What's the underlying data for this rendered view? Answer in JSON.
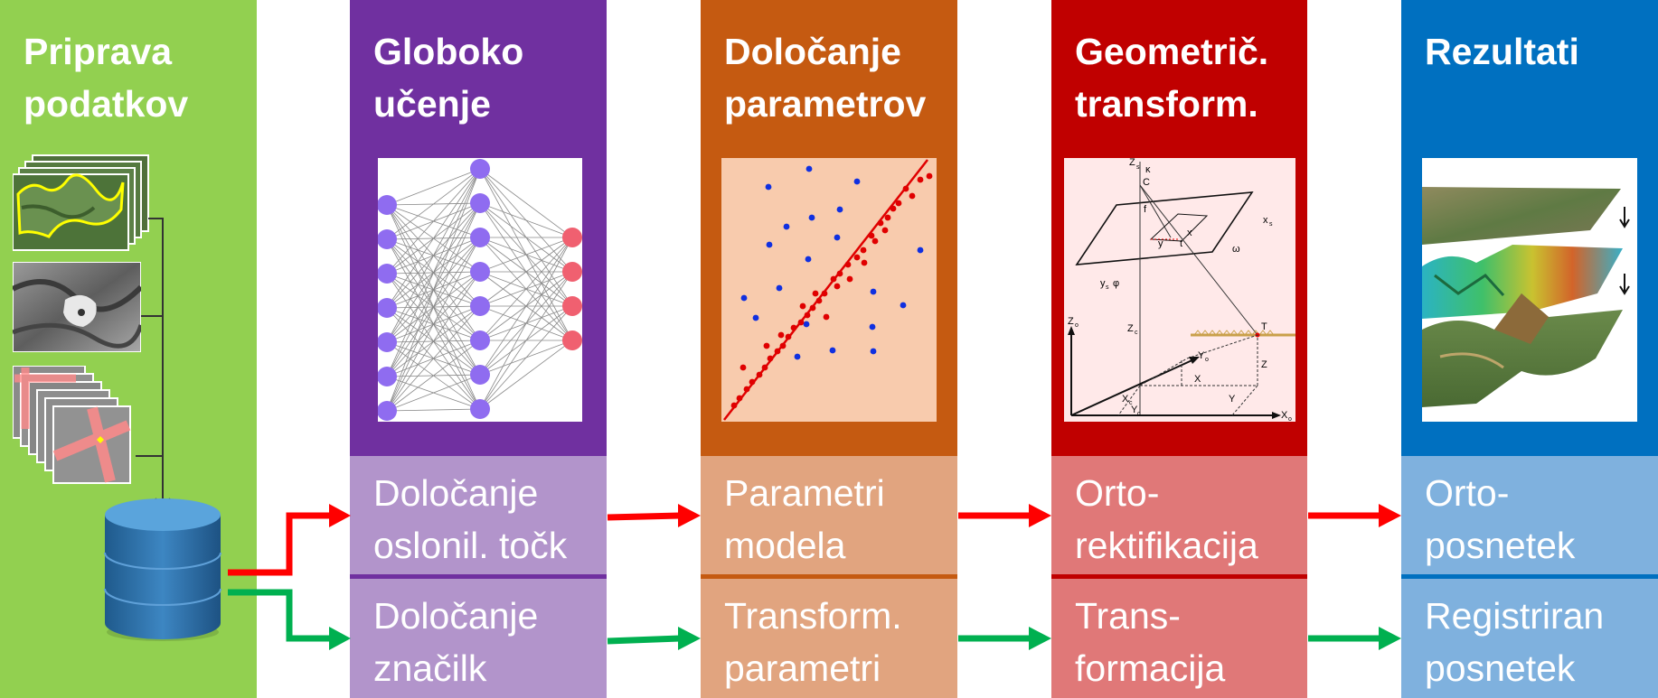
{
  "columns": [
    {
      "id": "prep",
      "title": "Priprava\npodatkov",
      "color": "#92d050"
    },
    {
      "id": "deep",
      "title": "Globoko\nučenje",
      "color": "#7030a0",
      "cell_color": "#b294cb",
      "sep_color": "#7030a0",
      "top": "Določanje\noslonil. točk",
      "bottom": "Določanje\nznačilk"
    },
    {
      "id": "param",
      "title": "Določanje\nparametrov",
      "color": "#c55a11",
      "cell_color": "#e1a47f",
      "sep_color": "#c55a11",
      "top": "Parametri\nmodela",
      "bottom": "Transform.\nparametri"
    },
    {
      "id": "geo",
      "title": "Geometrič.\ntransform.",
      "color": "#c00000",
      "cell_color": "#e07878",
      "sep_color": "#c00000",
      "top": "Orto-\nrektifikacija",
      "bottom": "Trans-\nformacija"
    },
    {
      "id": "res",
      "title": "Rezultati",
      "color": "#0070c0",
      "cell_color": "#7fb1de",
      "sep_color": "#0070c0",
      "top": "Orto-\nposnetek",
      "bottom": "Registriran\nposnetek"
    }
  ],
  "flow_colors": {
    "top": "#ff0000",
    "bottom": "#00b050"
  },
  "diagram_labels": {
    "zs": "Z",
    "zs_sub": "s",
    "kappa": "κ",
    "c": "C",
    "f": "f",
    "x": "x",
    "y": "y",
    "t": "t",
    "xs": "x",
    "xs_sub": "s",
    "omega": "ω",
    "ys": "y",
    "ys_sub": "s",
    "phi": "φ",
    "zo": "Z",
    "zo_sub": "o",
    "zc": "Z",
    "zc_sub": "c",
    "T": "T",
    "yo": "Y",
    "yo_sub": "o",
    "X": "X",
    "Z": "Z",
    "xc": "X",
    "xc_sub": "c",
    "yc": "Y",
    "yc_sub": "c",
    "Y": "Y",
    "xo": "X",
    "xo_sub": "o"
  }
}
